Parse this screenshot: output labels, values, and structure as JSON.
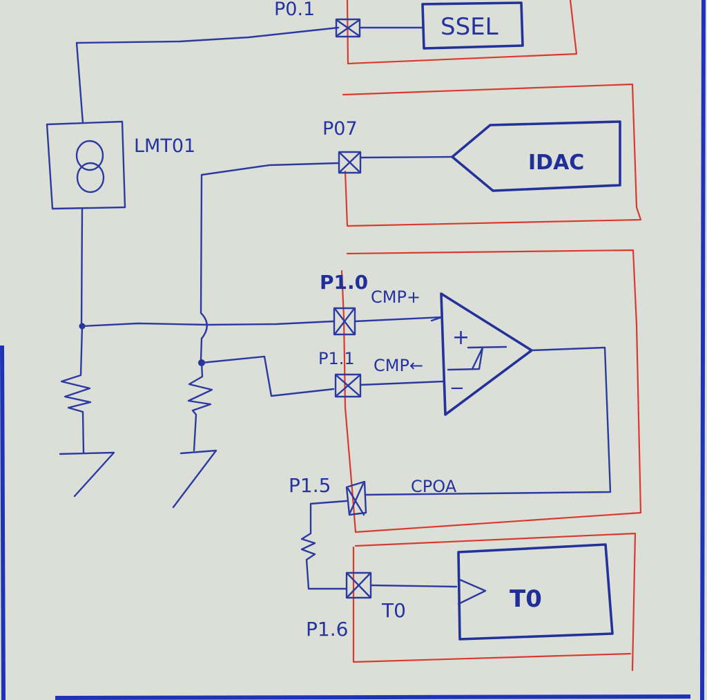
{
  "diagram": {
    "type": "hand-drawn circuit schematic",
    "ink_colors": {
      "circuit": "#2b3aa0",
      "peripheral_boundary": "#d83a2e",
      "paper": "#dcdfd8"
    },
    "sensor": {
      "name": "LMT01",
      "symbol": "current-source-icon"
    },
    "blocks": [
      {
        "id": "ssel",
        "label": "SSEL",
        "pin": "P0.1"
      },
      {
        "id": "idac",
        "label": "IDAC",
        "pin": "P07"
      },
      {
        "id": "comparator",
        "label": "",
        "pins": [
          "P1.0",
          "P1.1",
          "P1.5"
        ]
      },
      {
        "id": "timer",
        "label": "T0",
        "pin": "P1.6"
      }
    ],
    "pins": {
      "p01": "P0.1",
      "p07": "P07",
      "p10": "P1.0",
      "p11": "P1.1",
      "p15": "P1.5",
      "p16": "P1.6"
    },
    "signals": {
      "cmp_plus": "CMP+",
      "cmp_minus": "CMP←",
      "cpoa": "CPOA",
      "t0": "T0"
    },
    "comparator_symbols": {
      "plus": "+",
      "minus": "−"
    },
    "timer_label": "T0",
    "ssel_label": "SSEL",
    "idac_label": "IDAC",
    "sensor_label": "LMT01"
  }
}
